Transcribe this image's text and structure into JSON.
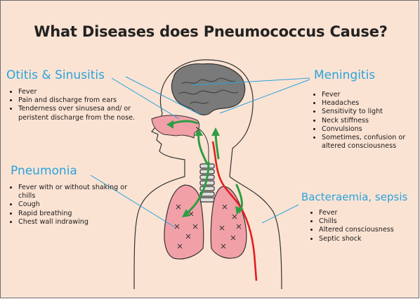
{
  "title": "What Diseases does Pneumococcus Cause?",
  "sections": {
    "otitis": {
      "heading": "Otitis & Sinusitis",
      "items": [
        "Fever",
        "Pain and discharge from ears",
        "Tenderness over sinusesa and/ or peristent discharge from the nose."
      ]
    },
    "pneumonia": {
      "heading": "Pneumonia",
      "items": [
        "Fever with or without shaking or chills",
        "Cough",
        "Rapid breathing",
        "Chest wall indrawing"
      ]
    },
    "meningitis": {
      "heading": "Meningitis",
      "items": [
        "Fever",
        "Headaches",
        "Sensitivity to light",
        "Neck stiffness",
        "Convulsions",
        "Sometimes, confusion or altered consciousness"
      ]
    },
    "bacteraemia": {
      "heading": "Bacteraemia, sepsis",
      "items": [
        "Fever",
        "Chills",
        "Altered consciousness",
        "Septic shock"
      ]
    }
  },
  "colors": {
    "background": "#fbe3d3",
    "heading": "#29a3dc",
    "brain": "#7a7a7a",
    "lungs": "#f2a0a8",
    "arrows": "#2e9e44",
    "bloodstream": "#e02020",
    "pointer_lines": "#29a3dc"
  }
}
